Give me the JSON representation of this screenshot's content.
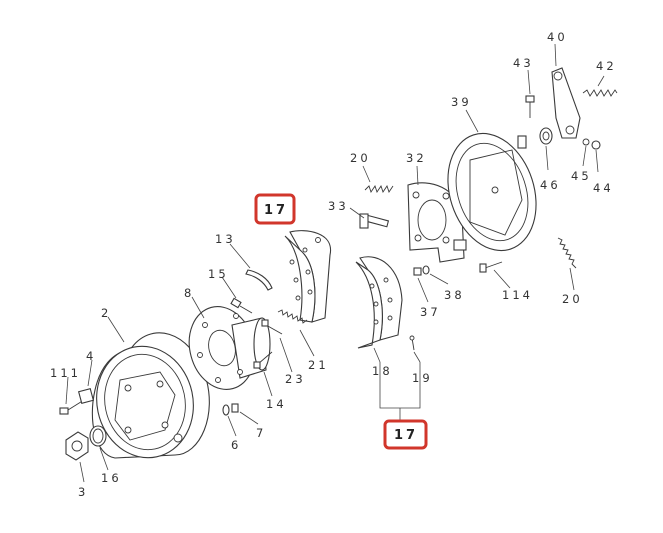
{
  "labels": {
    "p40": "40",
    "p43": "43",
    "p42": "42",
    "p39": "39",
    "p46": "46",
    "p45": "45",
    "p44": "44",
    "p20a": "20",
    "p32": "32",
    "p33": "33",
    "p17a": "17",
    "p13": "13",
    "p15": "15",
    "p8": "8",
    "p2": "2",
    "p4": "4",
    "p111": "111",
    "p21": "21",
    "p23": "23",
    "p14": "14",
    "p6": "6",
    "p7": "7",
    "p3": "3",
    "p16": "16",
    "p37": "37",
    "p38": "38",
    "p114": "114",
    "p20b": "20",
    "p18": "18",
    "p19": "19",
    "p17b": "17"
  },
  "highlight_color": "#d1362b"
}
